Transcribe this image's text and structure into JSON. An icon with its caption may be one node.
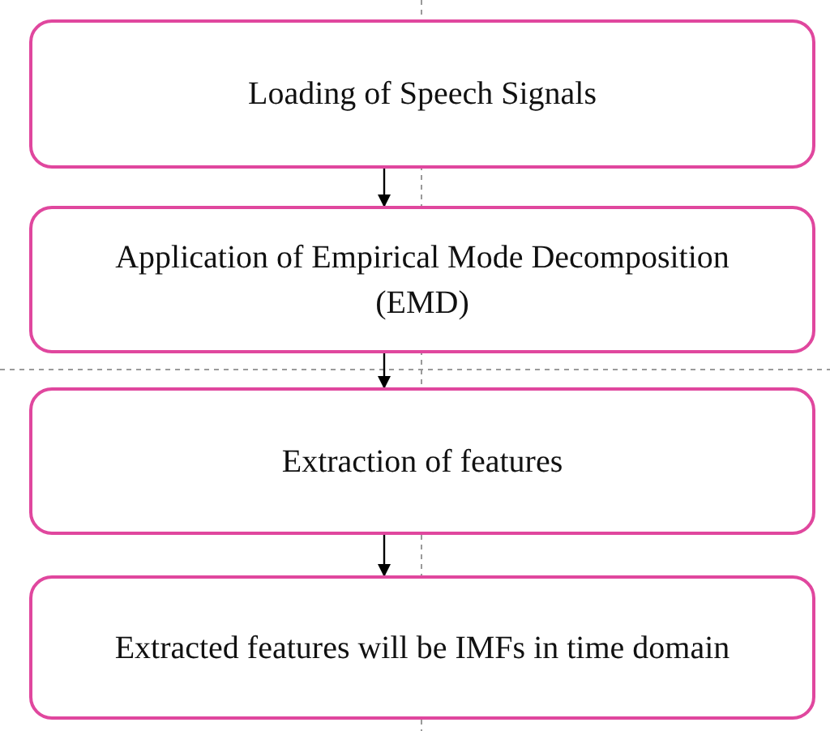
{
  "diagram": {
    "nodes": [
      {
        "text": [
          "Loading of Speech Signals"
        ]
      },
      {
        "text": [
          "Application of Empirical Mode Decomposition (EMD)"
        ]
      },
      {
        "text": [
          "Extraction of features"
        ]
      },
      {
        "text": [
          "Extracted features will be IMFs in time domain"
        ]
      }
    ],
    "edges": [
      {
        "from": 0,
        "to": 1,
        "arrow": "to"
      },
      {
        "from": 1,
        "to": 2,
        "arrow": "to"
      },
      {
        "from": 2,
        "to": 3,
        "arrow": "to"
      }
    ]
  }
}
